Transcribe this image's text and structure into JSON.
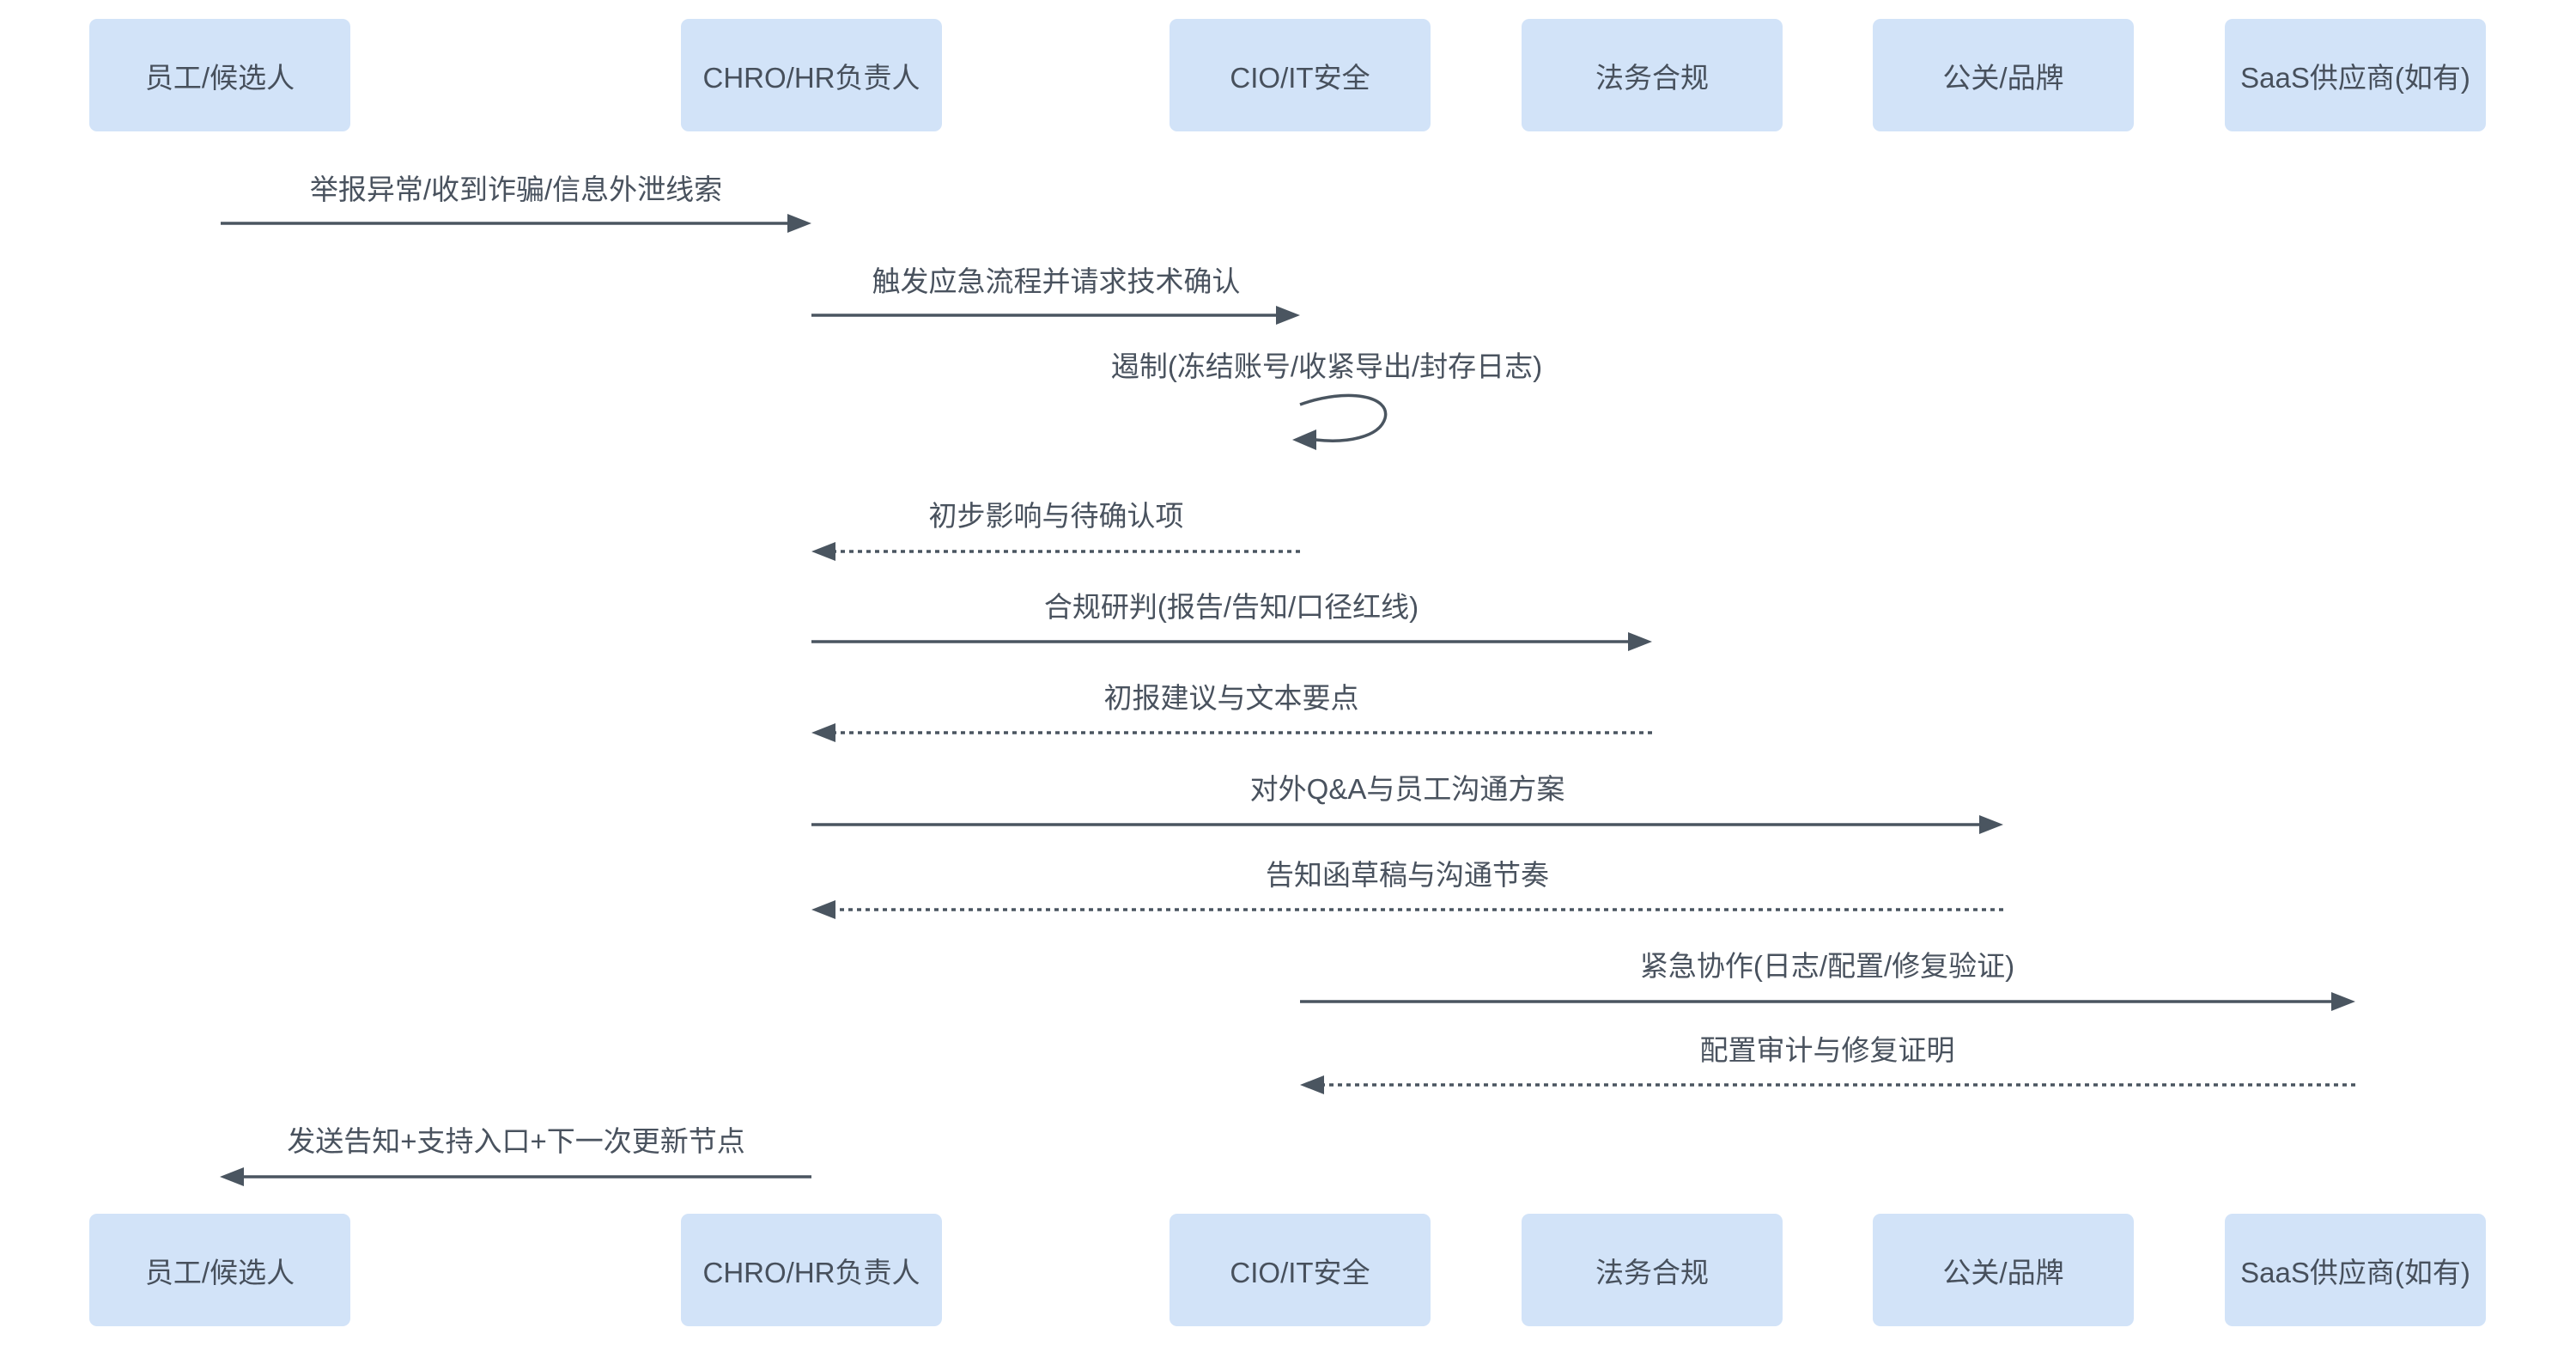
{
  "diagram": {
    "type": "sequence",
    "background_color": "#ffffff",
    "actor_fill_color": "#d2e3f8",
    "text_color": "#47505c",
    "line_color": "#4a5560",
    "actors": [
      {
        "id": "employee",
        "label": "员工/候选人"
      },
      {
        "id": "chro",
        "label": "CHRO/HR负责人"
      },
      {
        "id": "cio",
        "label": "CIO/IT安全"
      },
      {
        "id": "legal",
        "label": "法务合规"
      },
      {
        "id": "pr",
        "label": "公关/品牌"
      },
      {
        "id": "saas",
        "label": "SaaS供应商(如有)"
      }
    ],
    "messages": [
      {
        "from": "employee",
        "to": "chro",
        "style": "solid",
        "label": "举报异常/收到诈骗/信息外泄线索"
      },
      {
        "from": "chro",
        "to": "cio",
        "style": "solid",
        "label": "触发应急流程并请求技术确认"
      },
      {
        "from": "cio",
        "to": "cio",
        "style": "self",
        "label": "遏制(冻结账号/收紧导出/封存日志)"
      },
      {
        "from": "cio",
        "to": "chro",
        "style": "dashed",
        "label": "初步影响与待确认项"
      },
      {
        "from": "chro",
        "to": "legal",
        "style": "solid",
        "label": "合规研判(报告/告知/口径红线)"
      },
      {
        "from": "legal",
        "to": "chro",
        "style": "dashed",
        "label": "初报建议与文本要点"
      },
      {
        "from": "chro",
        "to": "pr",
        "style": "solid",
        "label": "对外Q&A与员工沟通方案"
      },
      {
        "from": "pr",
        "to": "chro",
        "style": "dashed",
        "label": "告知函草稿与沟通节奏"
      },
      {
        "from": "cio",
        "to": "saas",
        "style": "solid",
        "label": "紧急协作(日志/配置/修复验证)"
      },
      {
        "from": "saas",
        "to": "cio",
        "style": "dashed",
        "label": "配置审计与修复证明"
      },
      {
        "from": "chro",
        "to": "employee",
        "style": "solid",
        "label": "发送告知+支持入口+下一次更新节点"
      }
    ]
  }
}
